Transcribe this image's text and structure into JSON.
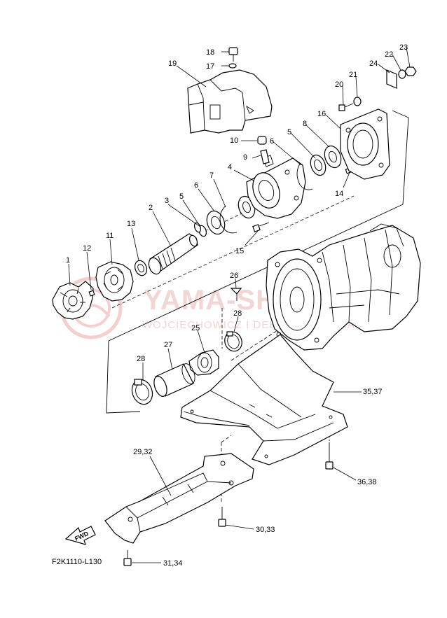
{
  "diagram": {
    "figure_code": "F2K1110-L130",
    "fwd_label": "FWD",
    "watermark": {
      "brand": "YAMA-SHOP.PL",
      "subtitle": "WOJCIECHOWICZ I DEBSKI · YAMAHA"
    },
    "callouts": [
      {
        "id": "c1",
        "text": "1"
      },
      {
        "id": "c2",
        "text": "2"
      },
      {
        "id": "c3",
        "text": "3"
      },
      {
        "id": "c4",
        "text": "4"
      },
      {
        "id": "c5a",
        "text": "5"
      },
      {
        "id": "c5b",
        "text": "5"
      },
      {
        "id": "c6a",
        "text": "6"
      },
      {
        "id": "c6b",
        "text": "6"
      },
      {
        "id": "c7",
        "text": "7"
      },
      {
        "id": "c8",
        "text": "8"
      },
      {
        "id": "c9",
        "text": "9"
      },
      {
        "id": "c10",
        "text": "10"
      },
      {
        "id": "c11",
        "text": "11"
      },
      {
        "id": "c12",
        "text": "12"
      },
      {
        "id": "c13",
        "text": "13"
      },
      {
        "id": "c14",
        "text": "14"
      },
      {
        "id": "c15",
        "text": "15"
      },
      {
        "id": "c16",
        "text": "16"
      },
      {
        "id": "c17",
        "text": "17"
      },
      {
        "id": "c18",
        "text": "18"
      },
      {
        "id": "c19",
        "text": "19"
      },
      {
        "id": "c20",
        "text": "20"
      },
      {
        "id": "c21",
        "text": "21"
      },
      {
        "id": "c22",
        "text": "22"
      },
      {
        "id": "c23",
        "text": "23"
      },
      {
        "id": "c24",
        "text": "24"
      },
      {
        "id": "c25",
        "text": "25"
      },
      {
        "id": "c26",
        "text": "26"
      },
      {
        "id": "c27",
        "text": "27"
      },
      {
        "id": "c28a",
        "text": "28"
      },
      {
        "id": "c28b",
        "text": "28"
      },
      {
        "id": "c2932",
        "text": "29,32"
      },
      {
        "id": "c3033",
        "text": "30,33"
      },
      {
        "id": "c3134",
        "text": "31,34"
      },
      {
        "id": "c3537",
        "text": "35,37"
      },
      {
        "id": "c3638",
        "text": "36,38"
      }
    ]
  }
}
